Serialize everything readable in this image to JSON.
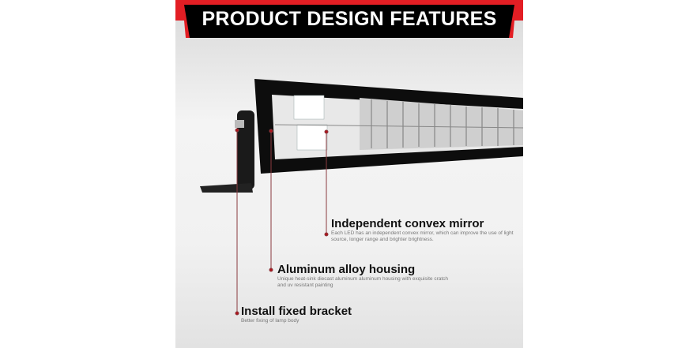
{
  "header": {
    "title": "PRODUCT DESIGN FEATURES"
  },
  "colors": {
    "accent_red": "#e31e24",
    "banner_black": "#000000",
    "callout_line": "#8a3a3f"
  },
  "features": [
    {
      "title": "Independent convex mirror",
      "description": "Each LED has an independent convex mirror, which can improve the use of light source, longer range and brighter brightness."
    },
    {
      "title": "Aluminum alloy housing",
      "description": "Unique heat-sink diecast aluminum aluminum housing with exquisite cratch and uv resistant painting"
    },
    {
      "title": "Install fixed bracket",
      "description": "Better fixing of lamp body"
    }
  ]
}
